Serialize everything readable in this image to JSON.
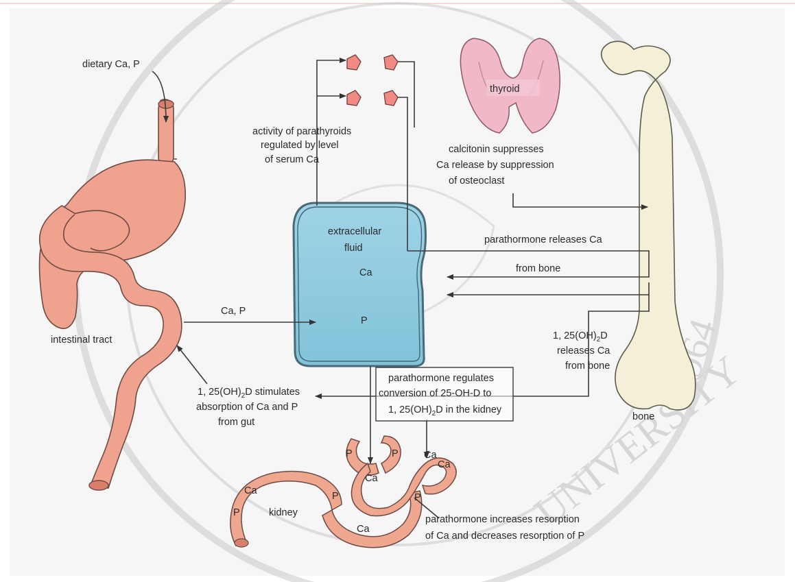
{
  "labels": {
    "dietary": "dietary Ca, P",
    "activity_1": "activity of parathyroids",
    "activity_2": "regulated by level",
    "activity_3": "of serum  Ca",
    "thyroid": "thyroid",
    "calcitonin_1": "calcitonin suppresses",
    "calcitonin_2": "Ca release by suppression",
    "calcitonin_3": "of osteoclast",
    "ecf_1": "extracellular",
    "ecf_2": "fluid",
    "ecf_ca": "Ca",
    "ecf_p": "P",
    "pth_releases": "parathormone releases Ca",
    "from_bone": "from bone",
    "ca_p": "Ca, P",
    "intestinal": "intestinal tract",
    "vitd_bone_1": "1, 25(OH)",
    "vitd_bone_sub": "2",
    "vitd_bone_1b": "D",
    "vitd_bone_2": "releases Ca",
    "vitd_bone_3": "from bone",
    "vitd_gut_1a": "1, 25(OH)",
    "vitd_gut_sub": "2",
    "vitd_gut_1b": "D stimulates",
    "vitd_gut_2": "absorption of Ca and P",
    "vitd_gut_3": "from gut",
    "pth_reg_1": "parathormone regulates",
    "pth_reg_2": "conversion of 25-OH-D to",
    "pth_reg_3a": "1, 25(OH)",
    "pth_reg_sub": "2",
    "pth_reg_3b": "D in the kidney",
    "bone": "bone",
    "kidney": "kidney",
    "kid_p1": "P",
    "kid_p2": "P",
    "kid_ca1": "Ca",
    "kid_ca2": "Ca",
    "kid_ca3": "Ca",
    "kid_p3": "P",
    "kid_ca4": "Ca",
    "kid_p4": "P",
    "kid_p5": "P",
    "kid_ca5": "Ca",
    "kidney_res_1": "parathormone increases resorption",
    "kidney_res_2": "of Ca and decreases resorption of P",
    "watermark_1": "UNIVERSITY",
    "watermark_2": "1964"
  },
  "colors": {
    "organ": "#efa38f",
    "fluid": "#a9d9e9",
    "thyroid": "#f1b9c8",
    "bone": "#f4f0d8",
    "parathyroid": "#f08a82"
  }
}
